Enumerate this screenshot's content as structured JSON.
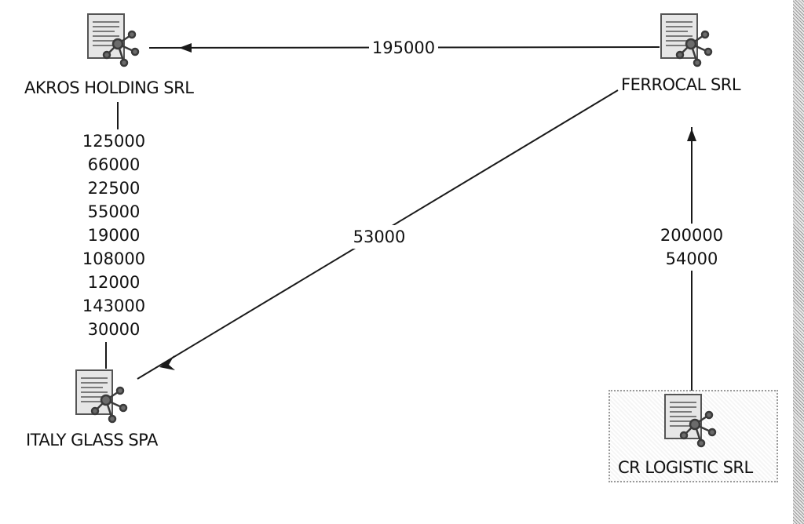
{
  "nodes": {
    "akros": {
      "label": "AKROS HOLDING SRL",
      "icon": "document-network-icon"
    },
    "ferrocal": {
      "label": "FERROCAL SRL",
      "icon": "document-network-icon"
    },
    "italy_glass": {
      "label": "ITALY GLASS SPA",
      "icon": "document-network-icon"
    },
    "cr_logistic": {
      "label": "CR LOGISTIC SRL",
      "icon": "document-network-icon"
    }
  },
  "edges": {
    "ferrocal_to_akros": {
      "values": [
        "195000"
      ]
    },
    "akros_to_italy": {
      "values": [
        "125000",
        "66000",
        "22500",
        "55000",
        "19000",
        "108000",
        "12000",
        "143000",
        "30000"
      ]
    },
    "ferrocal_to_italy": {
      "values": [
        "53000"
      ]
    },
    "cr_to_ferrocal": {
      "values": [
        "200000",
        "54000"
      ]
    }
  },
  "colors": {
    "edge": "#1a1a1a",
    "background": "#ffffff"
  }
}
